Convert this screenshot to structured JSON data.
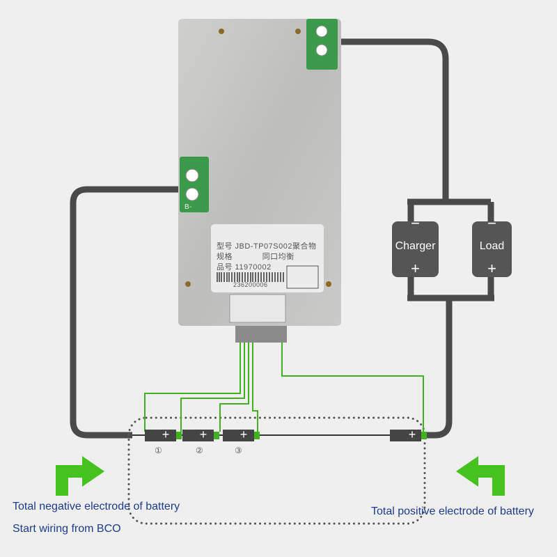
{
  "board": {
    "label_lines": [
      "型号 JBD-TP07S002聚合物",
      "规格            同口均衡",
      "品号 11970002"
    ],
    "barcode_number": "236200006",
    "terminal_label": "B-"
  },
  "charger": {
    "label": "Charger",
    "minus": "−",
    "plus": "+"
  },
  "load": {
    "label": "Load",
    "minus": "−",
    "plus": "+"
  },
  "cells": [
    {
      "index": "①",
      "plus": "+"
    },
    {
      "index": "②",
      "plus": "+"
    },
    {
      "index": "③",
      "plus": "+"
    },
    {
      "index": "",
      "plus": "+"
    }
  ],
  "captions": {
    "negative": "Total negative electrode of battery",
    "start": "Start wiring from BCO",
    "positive": "Total positive electrode of battery"
  },
  "colors": {
    "wire": "#4a4a4a",
    "balance_wire": "#3fb31f",
    "text": "#1f3a8a"
  }
}
